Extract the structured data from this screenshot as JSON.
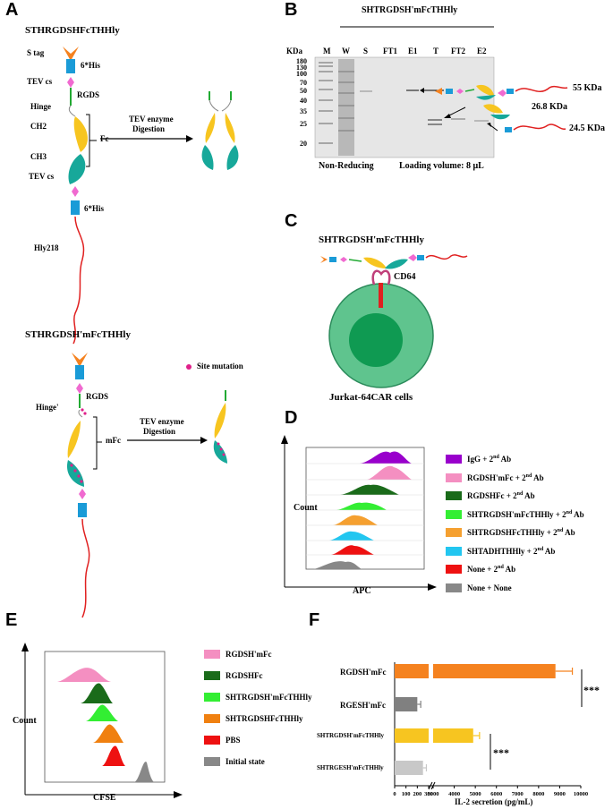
{
  "panels": {
    "A": "A",
    "B": "B",
    "C": "C",
    "D": "D",
    "E": "E",
    "F": "F"
  },
  "panel_a": {
    "construct1_title": "STHRGDSHFcTHHly",
    "construct2_title": "STHRGDSH'mFcTHHly",
    "s_tag": "S tag",
    "his_top": "6*His",
    "tev_top": "TEV cs",
    "rgds": "RGDS",
    "hinge": "Hinge",
    "ch2": "CH2",
    "ch3": "CH3",
    "fc": "Fc",
    "tev_bottom": "TEV cs",
    "his_bottom": "6*His",
    "hly": "Hly218",
    "arrow_label1": "TEV enzyme",
    "arrow_label2": "Digestion",
    "site_mutation": "Site mutation",
    "rgds2": "RGDS",
    "hinge2": "Hinge'",
    "mfc": "mFc",
    "arrow2_label1": "TEV enzyme",
    "arrow2_label2": "Digestion"
  },
  "panel_b": {
    "title": "SHTRGDSH'mFcTHHly",
    "kda": "KDa",
    "lanes": [
      "M",
      "W",
      "S",
      "FT1",
      "E1",
      "T",
      "FT2",
      "E2"
    ],
    "markers": [
      "180",
      "130",
      "100",
      "70",
      "50",
      "40",
      "35",
      "25",
      "20"
    ],
    "band1": "55 KDa",
    "band2": "26.8 KDa",
    "band3": "24.5 KDa",
    "footer_left": "Non-Reducing",
    "footer_right": "Loading volume: 8 μL"
  },
  "panel_c": {
    "title": "SHTRGDSH'mFcTHHly",
    "receptor": "CD64",
    "cell": "Jurkat-64CAR cells"
  },
  "panel_d": {
    "ylabel": "Count",
    "xlabel": "APC",
    "legend": [
      {
        "label": "IgG + 2",
        "sup": "nd",
        "tail": " Ab",
        "color": "#9900cc"
      },
      {
        "label": "RGDSH'mFc + 2",
        "sup": "nd",
        "tail": " Ab",
        "color": "#f48fc1"
      },
      {
        "label": "RGDSHFc + 2",
        "sup": "nd",
        "tail": " Ab",
        "color": "#1a6b1a"
      },
      {
        "label": "SHTRGDSH'mFcTHHly + 2",
        "sup": "nd",
        "tail": " Ab",
        "color": "#33ee33"
      },
      {
        "label": "SHTRGDSHFcTHHly + 2",
        "sup": "nd",
        "tail": " Ab",
        "color": "#f5a030"
      },
      {
        "label": "SHTADHTHHly + 2",
        "sup": "nd",
        "tail": " Ab",
        "color": "#22c6f0"
      },
      {
        "label": "None + 2",
        "sup": "nd",
        "tail": " Ab",
        "color": "#ee1111"
      },
      {
        "label": "None + None",
        "sup": "",
        "tail": "",
        "color": "#888888"
      }
    ]
  },
  "panel_e": {
    "ylabel": "Count",
    "xlabel": "CFSE",
    "legend": [
      {
        "label": "RGDSH'mFc",
        "color": "#f48fc1"
      },
      {
        "label": "RGDSHFc",
        "color": "#1a6b1a"
      },
      {
        "label": "SHTRGDSH'mFcTHHly",
        "color": "#33ee33"
      },
      {
        "label": "SHTRGDSHFcTHHly",
        "color": "#f08010"
      },
      {
        "label": "PBS",
        "color": "#ee1111"
      },
      {
        "label": "Initial state",
        "color": "#888888"
      }
    ]
  },
  "chart_data": {
    "type": "bar",
    "orientation": "horizontal",
    "categories": [
      "RGDSH'mFc",
      "RGESH'mFc",
      "SHTRGDSH'mFcTHHly",
      "SHTRGESH'mFcTHHly"
    ],
    "values": [
      8800,
      200,
      4900,
      250
    ],
    "errors": [
      800,
      30,
      300,
      30
    ],
    "colors": [
      "#f5821f",
      "#808080",
      "#f7c520",
      "#c8c8c8"
    ],
    "xlabel": "IL-2 secretion (pg/mL)",
    "xticks": [
      "0",
      "100",
      "200",
      "300",
      "3000",
      "4000",
      "5000",
      "6000",
      "7000",
      "8000",
      "9000",
      "10000"
    ],
    "xlim": [
      0,
      10000
    ],
    "significance": [
      "***",
      "***"
    ]
  }
}
